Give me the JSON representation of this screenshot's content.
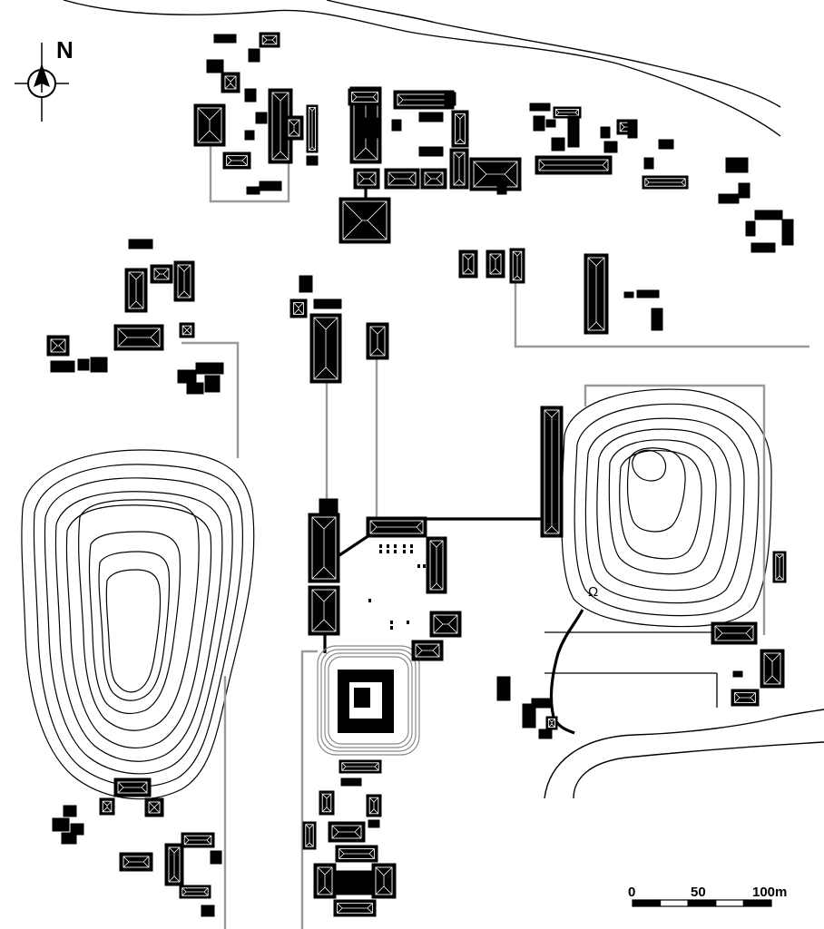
{
  "map": {
    "north_label": "N",
    "scale_bar": {
      "unit": "m",
      "ticks": [
        "0",
        "50",
        "100m"
      ],
      "segment_colors": [
        "#000000",
        "#ffffff",
        "#000000",
        "#ffffff",
        "#000000"
      ]
    },
    "symbol_label": "Ω",
    "colors": {
      "building_fill": "#000000",
      "building_outline": "#ffffff",
      "contour": "#000000",
      "mound_contour": "#888888",
      "path_gray": "#999999",
      "background": "#ffffff"
    }
  }
}
